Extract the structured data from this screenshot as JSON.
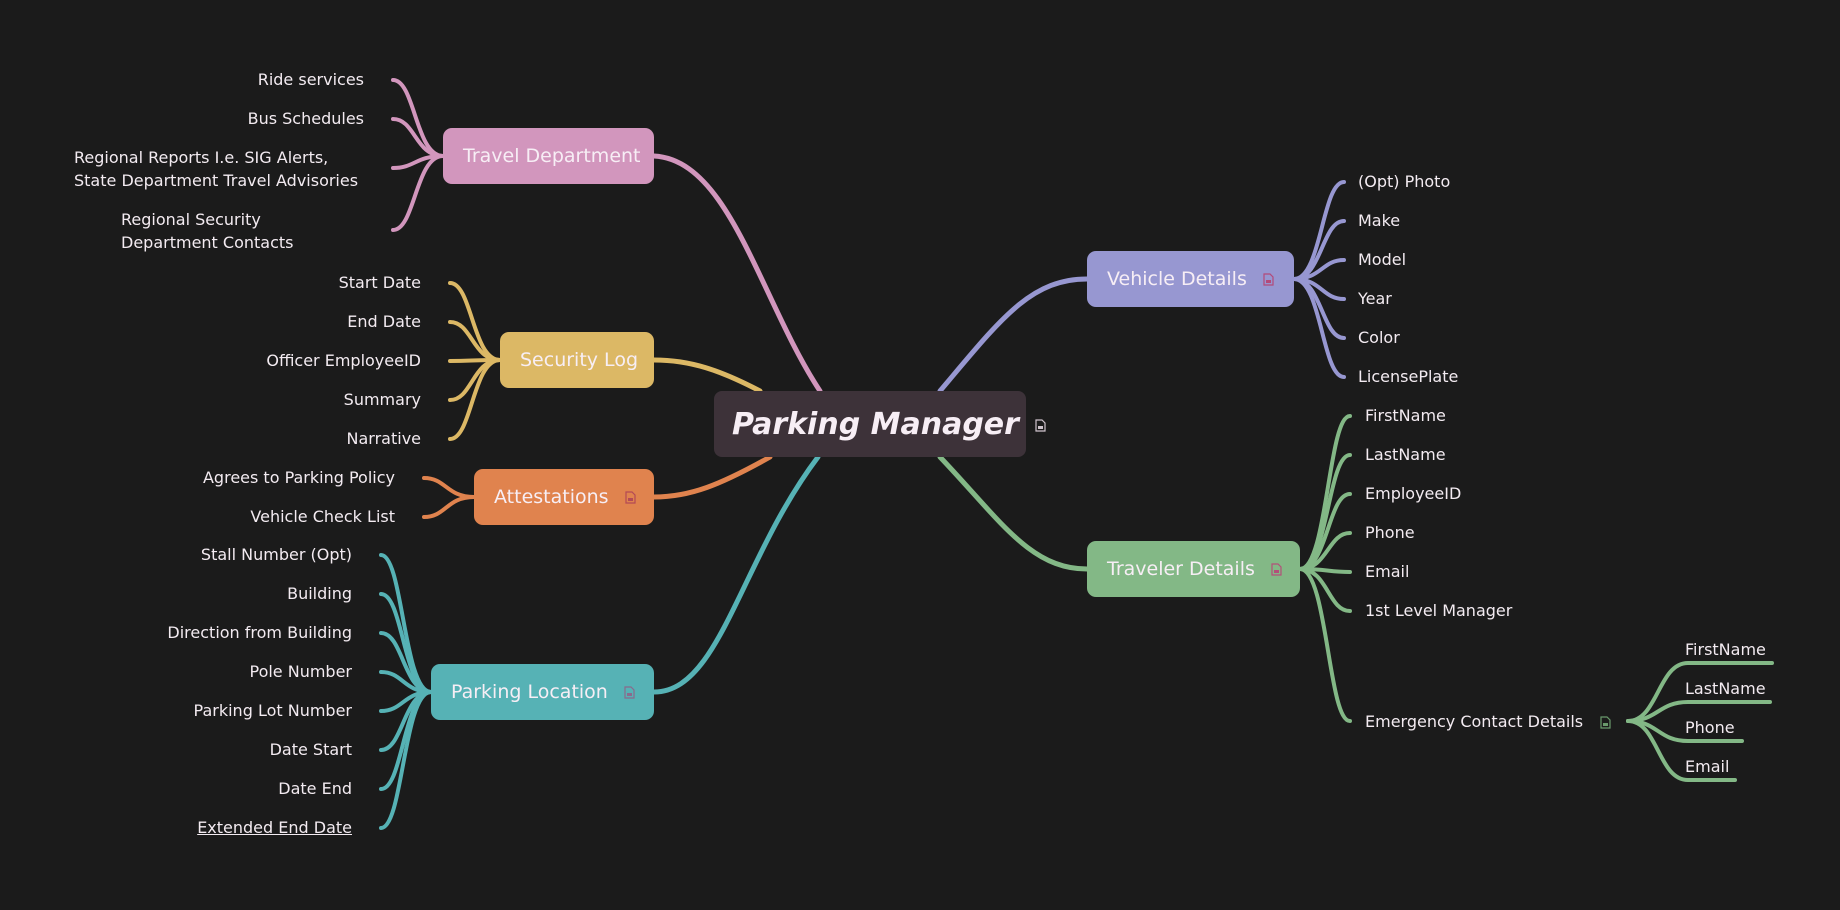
{
  "colors": {
    "background": "#1b1b1b",
    "root": "#3d3239",
    "travel": "#d296bd",
    "security": "#dcb865",
    "attest": "#e0834e",
    "parking": "#56b2b5",
    "vehicle": "#9797d1",
    "traveler": "#83b886"
  },
  "root": {
    "label": "Parking Manager",
    "icon": "note-icon"
  },
  "branches": {
    "travel": {
      "label": "Travel Department",
      "children": [
        "Ride services",
        "Bus Schedules",
        "Regional Reports I.e. SIG Alerts, State Department Travel Advisories",
        "Regional Security Department Contacts"
      ]
    },
    "security": {
      "label": "Security Log",
      "children": [
        "Start Date",
        "End Date",
        "Officer EmployeeID",
        "Summary",
        "Narrative"
      ]
    },
    "attest": {
      "label": "Attestations",
      "icon": "note-icon",
      "children": [
        "Agrees to Parking Policy",
        "Vehicle Check List"
      ]
    },
    "parking": {
      "label": "Parking Location",
      "icon": "note-icon",
      "children": [
        "Stall Number (Opt)",
        "Building",
        "Direction from Building",
        "Pole Number",
        "Parking Lot Number",
        "Date Start",
        "Date End",
        "Extended End Date"
      ]
    },
    "vehicle": {
      "label": "Vehicle Details",
      "icon": "note-icon",
      "children": [
        "(Opt) Photo",
        "Make",
        "Model",
        "Year",
        "Color",
        "LicensePlate"
      ]
    },
    "traveler": {
      "label": "Traveler Details",
      "icon": "note-icon",
      "children": [
        "FirstName",
        "LastName",
        "EmployeeID",
        "Phone",
        "Email",
        "1st Level Manager"
      ],
      "emergency": {
        "label": "Emergency Contact Details",
        "icon": "note-icon",
        "children": [
          "FirstName",
          "LastName",
          "Phone",
          "Email"
        ]
      }
    }
  }
}
